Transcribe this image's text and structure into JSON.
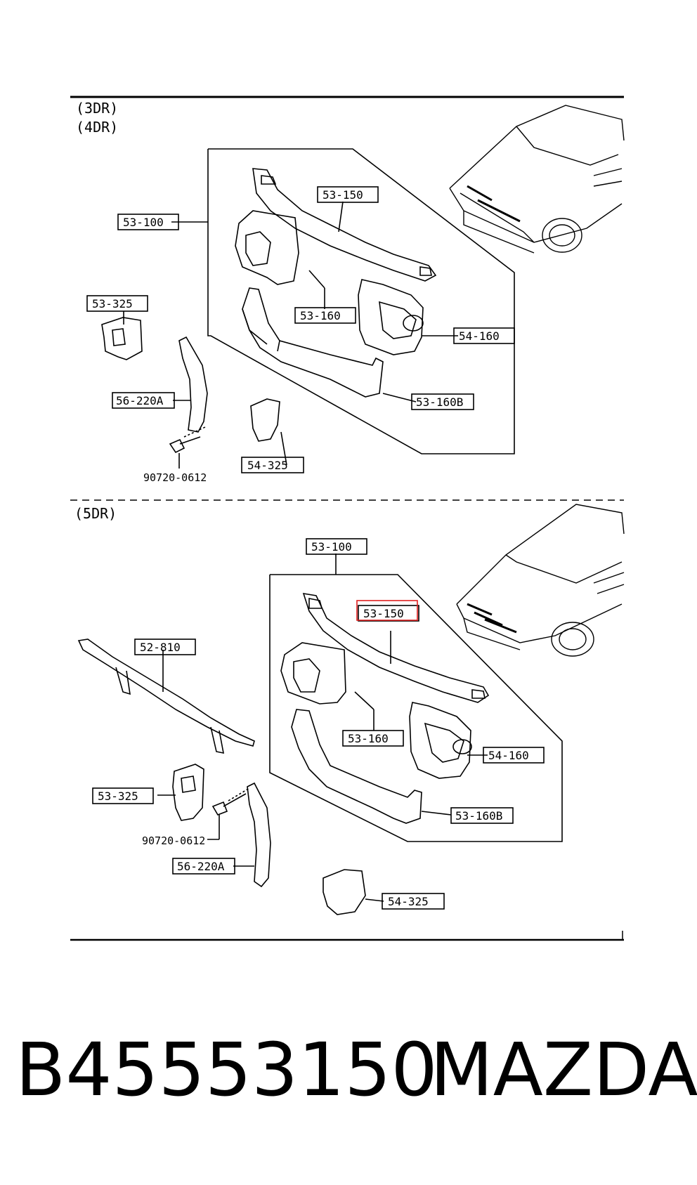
{
  "sections": {
    "top": {
      "variants": [
        "(3DR)",
        "(4DR)"
      ],
      "labels": {
        "assembly": "53-100",
        "upper_member": "53-150",
        "left_panel": "53-160",
        "right_panel": "54-160",
        "lower_member": "53-160B",
        "left_bracket": "53-325",
        "right_bracket": "54-325",
        "support": "56-220A",
        "bolt": "90720-0612"
      }
    },
    "bottom": {
      "variants": [
        "(5DR)"
      ],
      "labels": {
        "assembly": "53-100",
        "upper_member": "53-150",
        "left_panel": "53-160",
        "right_panel": "54-160",
        "lower_member": "53-160B",
        "left_bracket": "53-325",
        "right_bracket": "54-325",
        "support": "56-220A",
        "bolt": "90720-0612",
        "trim": "52-810"
      }
    }
  },
  "highlight": {
    "part": "53-150",
    "color": "#e02020"
  },
  "footer": {
    "part_number": "B45553150",
    "brand": "MAZDA"
  }
}
